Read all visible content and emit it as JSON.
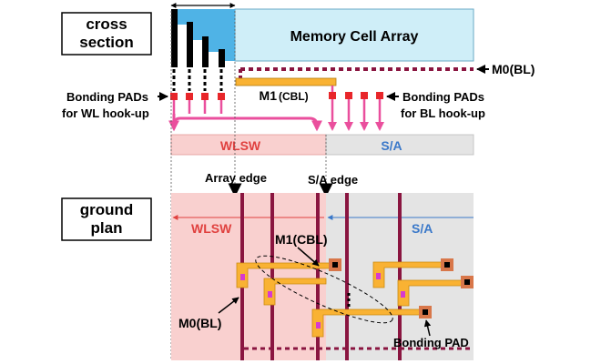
{
  "labels": {
    "cross_section": [
      "cross",
      "section"
    ],
    "memory_cell_array": "Memory Cell Array",
    "m0_bl_top": "M0(BL)",
    "m1_cbl_top_main": "M1",
    "m1_cbl_top_sub": "(CBL)",
    "bonding_pads_wl": [
      "Bonding PADs",
      "for WL hook-up"
    ],
    "bonding_pads_bl": [
      "Bonding PADs",
      "for BL hook-up"
    ],
    "wlsw_bar": "WLSW",
    "sa_bar": "S/A",
    "array_edge": "Array edge",
    "sa_edge": "S/A edge",
    "ground_plan": [
      "ground",
      "plan"
    ],
    "wlsw_plan": "WLSW",
    "sa_plan": "S/A",
    "m1_cbl_plan": "M1(CBL)",
    "m0_bl_plan": "M0(BL)",
    "bonding_pad": "Bonding PAD"
  },
  "colors": {
    "memory_array_fill": "#cfeef8",
    "staircase_blue": "#4fb3e6",
    "wlsw_fill": "#f9d0cf",
    "sa_fill": "#e4e4e4",
    "bitline": "#8a1540",
    "m1_orange": "#f9b233",
    "pad_red": "#e8262a",
    "pink_arrow": "#ea4f9d",
    "wlsw_text": "#e0413f",
    "sa_text": "#3a78c9",
    "pad_brown": "#d8774a",
    "magenta_via": "#d63ad0"
  },
  "icons": [
    "right-arrow-icon",
    "left-arrow-icon",
    "down-arrow-icon",
    "double-arrow-icon"
  ]
}
